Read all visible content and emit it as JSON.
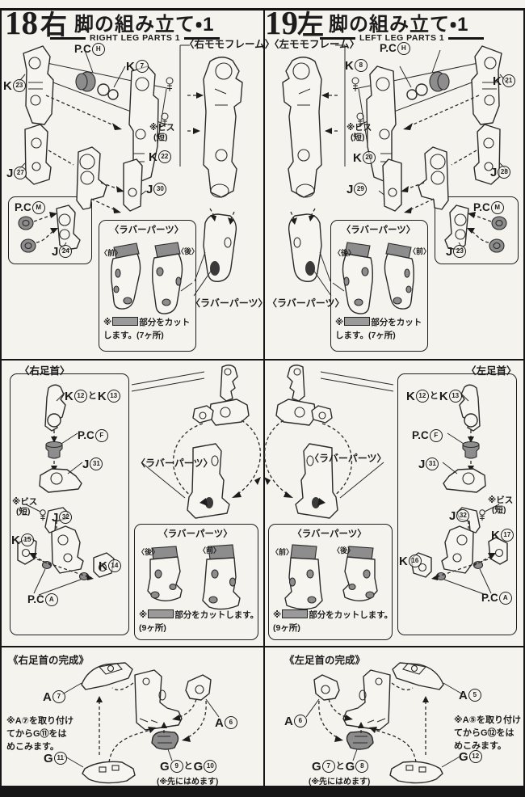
{
  "page": {
    "bg": "#f4f3ee",
    "ink": "#1c1c1c",
    "gray": "#8f8f8f"
  },
  "s18": {
    "number": "18",
    "side": "右",
    "title": "脚の組み立て・1",
    "subtitle": "RIGHT LEG PARTS 1",
    "frame_caption": "〈右モモフレーム〉",
    "pch": {
      "p": "P.C",
      "n": "H"
    },
    "k7": {
      "p": "K",
      "n": "7"
    },
    "k23": {
      "p": "K",
      "n": "23"
    },
    "k22": {
      "p": "K",
      "n": "22"
    },
    "screw1": "※ビス",
    "screw2": "(短)",
    "j27": {
      "p": "J",
      "n": "27"
    },
    "j30": {
      "p": "J",
      "n": "30"
    },
    "pcm": {
      "p": "P.C",
      "n": "M"
    },
    "j24": {
      "p": "J",
      "n": "24"
    },
    "rubber": {
      "title": "〈ラバーパーツ〉",
      "left_tag": "〈前〉",
      "right_tag": "〈後〉",
      "note_pre": "※",
      "note1": "部分をカット",
      "note2": "します。(7ヶ所)"
    },
    "rubber_caption": "〈ラバーパーツ〉"
  },
  "s19": {
    "number": "19",
    "side": "左",
    "title": "脚の組み立て・1",
    "subtitle": "LEFT LEG PARTS 1",
    "frame_caption": "〈左モモフレーム〉",
    "pch": {
      "p": "P.C",
      "n": "H"
    },
    "k8": {
      "p": "K",
      "n": "8"
    },
    "k21": {
      "p": "K",
      "n": "21"
    },
    "k20": {
      "p": "K",
      "n": "20"
    },
    "screw1": "※ビス",
    "screw2": "(短)",
    "j29": {
      "p": "J",
      "n": "29"
    },
    "j28": {
      "p": "J",
      "n": "28"
    },
    "pcm": {
      "p": "P.C",
      "n": "M"
    },
    "j23": {
      "p": "J",
      "n": "23"
    },
    "rubber": {
      "title": "〈ラバーパーツ〉",
      "left_tag": "〈後〉",
      "right_tag": "〈前〉",
      "note_pre": "※",
      "note1": "部分をカット",
      "note2": "します。(7ヶ所)"
    },
    "rubber_caption": "〈ラバーパーツ〉"
  },
  "ar": {
    "caption": "〈右足首〉",
    "k1213": {
      "p1": "K",
      "n1": "12",
      "mid": "と",
      "p2": "K",
      "n2": "13"
    },
    "pcf": {
      "p": "P.C",
      "n": "F"
    },
    "j31": {
      "p": "J",
      "n": "31"
    },
    "screw1": "※ビス",
    "screw2": "(短)",
    "j32": {
      "p": "J",
      "n": "32"
    },
    "k15": {
      "p": "K",
      "n": "15"
    },
    "k14": {
      "p": "K",
      "n": "14"
    },
    "pca": {
      "p": "P.C",
      "n": "A"
    }
  },
  "al": {
    "caption": "〈左足首〉",
    "k1213": {
      "p1": "K",
      "n1": "12",
      "mid": "と",
      "p2": "K",
      "n2": "13"
    },
    "pcf": {
      "p": "P.C",
      "n": "F"
    },
    "j31": {
      "p": "J",
      "n": "31"
    },
    "screw1": "※ビス",
    "screw2": "(短)",
    "j32": {
      "p": "J",
      "n": "32"
    },
    "k17": {
      "p": "K",
      "n": "17"
    },
    "k16": {
      "p": "K",
      "n": "16"
    },
    "pca": {
      "p": "P.C",
      "n": "A"
    }
  },
  "ct": {
    "caption_col18": "〈ラバーパーツ〉",
    "caption_col19": "〈ラバーパーツ〉",
    "box_col18": {
      "title": "〈ラバーパーツ〉",
      "left_tag": "〈後〉",
      "right_tag": "〈前〉",
      "note_pre": "※",
      "note1": "部分をカットします。",
      "note2": "(9ヶ所)"
    },
    "box_col19": {
      "title": "〈ラバーパーツ〉",
      "left_tag": "〈前〉",
      "right_tag": "〈後〉",
      "note_pre": "※",
      "note1": "部分をカットします。",
      "note2": "(9ヶ所)"
    }
  },
  "dr": {
    "caption": "《右足首の完成》",
    "a7": {
      "p": "A",
      "n": "7"
    },
    "a6": {
      "p": "A",
      "n": "6"
    },
    "g11": {
      "p": "G",
      "n": "11"
    },
    "g910": {
      "p1": "G",
      "n1": "9",
      "mid": "と",
      "p2": "G",
      "n2": "10"
    },
    "g910_sub": "(※先にはめます)",
    "note1": "※A⑦を取り付け",
    "note2": "てからG⑪をは",
    "note3": "めこみます。"
  },
  "dl": {
    "caption": "《左足首の完成》",
    "a6": {
      "p": "A",
      "n": "6"
    },
    "a5": {
      "p": "A",
      "n": "5"
    },
    "g78": {
      "p1": "G",
      "n1": "7",
      "mid": "と",
      "p2": "G",
      "n2": "8"
    },
    "g78_sub": "(※先にはめます)",
    "g12": {
      "p": "G",
      "n": "12"
    },
    "note1": "※A⑤を取り付け",
    "note2": "てからG⑫をは",
    "note3": "めこみます。"
  }
}
